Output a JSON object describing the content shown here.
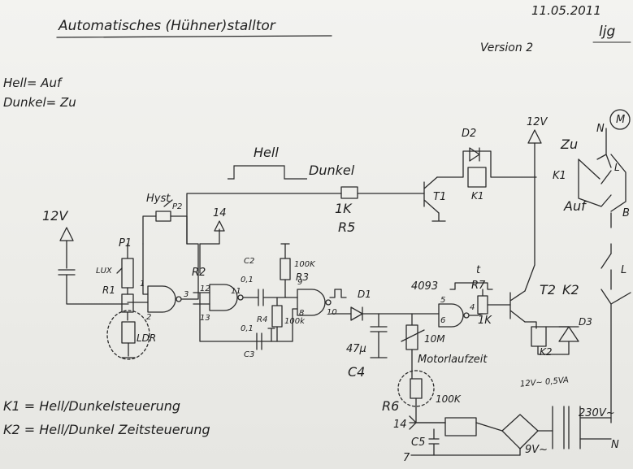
{
  "header": {
    "title": "Automatisches (Hühner)stalltor",
    "date": "11.05.2011",
    "signature": "ljg",
    "version": "Version 2"
  },
  "legend": {
    "hell": "Hell= Auf",
    "dunkel": "Dunkel= Zu",
    "k1": "K1 = Hell/Dunkelsteuerung",
    "k2": "K2 = Hell/Dunkel Zeitsteuerung"
  },
  "labels": {
    "v12_left": "12V",
    "p1": "P1",
    "lux": "LUX",
    "r1": "R1",
    "ldr": "LDR",
    "hyst": "Hyst",
    "p2": "P2",
    "pin14": "14",
    "r2": "R2",
    "c2": "C2",
    "c2_val": "0,1",
    "r3_val": "100K",
    "r3": "R3",
    "r4": "R4",
    "r4_val": "100k",
    "c3_val": "0,1",
    "c3": "C3",
    "hell_wave": "Hell",
    "dunkel_wave": "Dunkel",
    "r5_val": "1K",
    "r5": "R5",
    "d1": "D1",
    "d2": "D2",
    "t1": "T1",
    "k1_coil": "K1",
    "v12_top": "12V",
    "ic_4093": "4093",
    "r7": "R7",
    "r7_val": "1K",
    "t_pulse": "t",
    "t2": "T2",
    "k2": "K2",
    "d3": "D3",
    "k2_coil": "K2",
    "c4_val": "47µ",
    "c4": "C4",
    "pot_10m": "10M",
    "motorlaufzeit": "Motorlaufzeit",
    "r6": "R6",
    "r6_val": "100K",
    "motor": "M",
    "zu": "Zu",
    "auf": "Auf",
    "k1_switch": "K1",
    "n": "N",
    "l": "L",
    "b": "B",
    "l_right": "L",
    "trafo": "12V~ 0,5VA",
    "v230": "230V~",
    "v9": "9V~",
    "n_bottom": "N",
    "pin14_bottom": "14",
    "c5": "C5",
    "pin7_bottom": "7",
    "pin1": "1",
    "pin2": "2",
    "pin12": "12",
    "pin13": "13",
    "pin11": "11",
    "pin9": "9",
    "pin8": "8",
    "pin10": "10",
    "pin5": "5",
    "pin6": "6",
    "pin4": "4",
    "pin3": "3"
  }
}
